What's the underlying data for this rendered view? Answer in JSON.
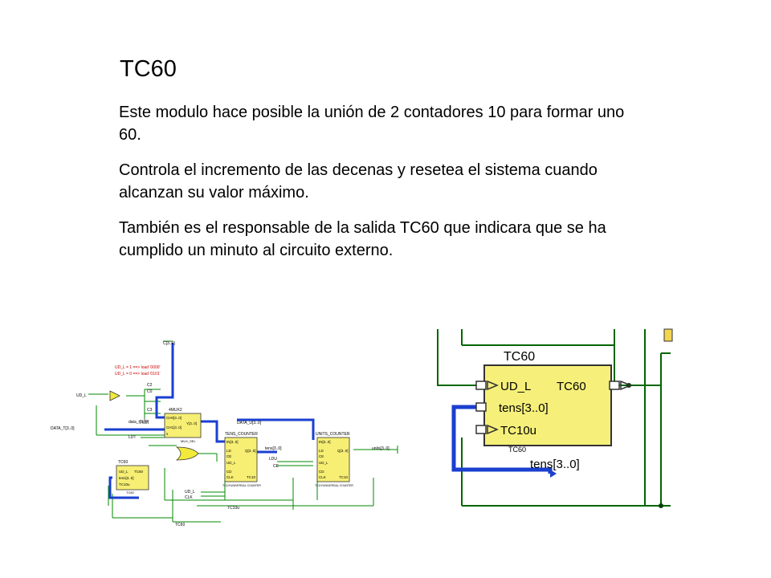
{
  "slide": {
    "title": "TC60",
    "paragraphs": [
      "Este modulo hace posible la unión de 2 contadores 10 para formar uno 60.",
      "Controla el incremento de las decenas y resetea el sistema cuando alcanzan su valor máximo.",
      "También es el responsable de la salida TC60 que indicara que se ha cumplido un minuto al circuito externo."
    ]
  },
  "left_schematic": {
    "notes": [
      "UD_L = 1 ==> load '0000'",
      "UD_L = 0 ==> load '0101'"
    ],
    "nets": {
      "c_bus": "C[3..0]",
      "c2": "C2",
      "c0": "C0",
      "c3": "C3",
      "ud_l": "UD_L",
      "data_t": "DATA_T[3..0]",
      "data_u": "DATA_U[3..0]",
      "data_t_int": "data_t[3..0]",
      "ldt": "LDT",
      "tens_bus": "tens[3..0]",
      "ldu": "LDU",
      "ce": "CE",
      "units_bus": "units[3..0]",
      "tc10u": "TC10u",
      "tc60": "TC60",
      "clk": "CLK",
      "ud_l2": "UD_L"
    },
    "mux": {
      "name": "4MUX2",
      "ports": [
        "CH0[3..0]",
        "CH1[3..0]",
        "s",
        "Y[3..0]"
      ],
      "inst": "MUX_SEL"
    },
    "tens_counter": {
      "name": "TENS_COUNTER",
      "ports": [
        "IN[3..0]",
        "LD",
        "CE",
        "UD_L",
        "CD",
        "CLK",
        "Q[3..0]",
        "TC10"
      ],
      "footer": "TC10*UNIVERSAL COUNTER"
    },
    "units_counter": {
      "name": "UNITS_COUNTER",
      "ports": [
        "IN[3..0]",
        "LD",
        "CE",
        "UD_L",
        "CD",
        "CLK",
        "Q[3..0]",
        "TC10"
      ],
      "footer": "TC10*UNIVERSAL COUNTER"
    },
    "tc60_block": {
      "name": "TC60",
      "ports": [
        "UD_L",
        "TC60",
        "tens[3..0]",
        "TC10u"
      ],
      "inst": "TC60"
    }
  },
  "right_schematic": {
    "block_title": "TC60",
    "ports": {
      "ud_l": "UD_L",
      "tc60": "TC60",
      "tens": "tens[3..0]",
      "tc10u": "TC10u"
    },
    "instance": "TC60",
    "bus_label": "tens[3..0]",
    "colors": {
      "block_fill": "#f6f07a",
      "wire": "#006600",
      "bus": "#0000cc"
    }
  }
}
